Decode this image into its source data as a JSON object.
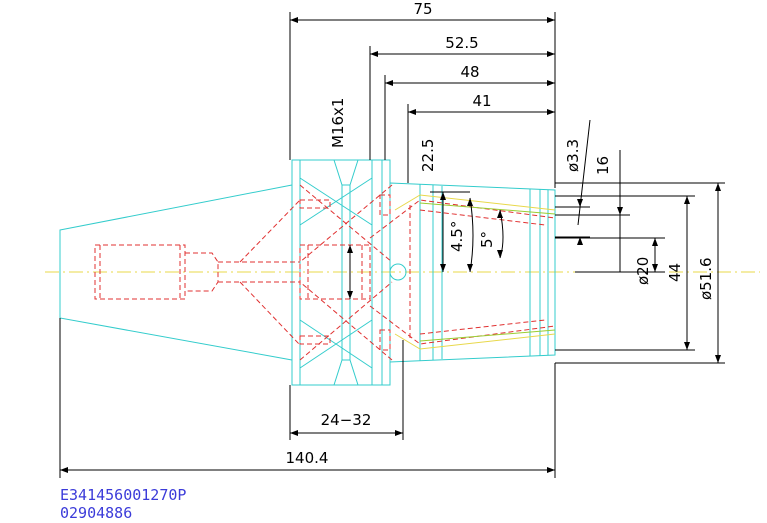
{
  "dimensions": {
    "d75": "75",
    "d52_5": "52.5",
    "d48": "48",
    "d41": "41",
    "d22_5": "22.5",
    "m16": "M16x1",
    "phi3_3": "ø3.3",
    "d16": "16",
    "a4_5": "4.5°",
    "a5": "5°",
    "phi20": "ø20",
    "d44": "44",
    "phi51_6": "ø51.6",
    "d24_32": "24−32",
    "d140_4": "140.4"
  },
  "codes": {
    "part_number": "E341456001270P",
    "code2": "02904886"
  },
  "colors": {
    "outline": "#33cccc",
    "hidden": "#e03030",
    "centerline": "#e8d84a",
    "dimension": "#000000",
    "code_text": "#3b3bd9"
  }
}
